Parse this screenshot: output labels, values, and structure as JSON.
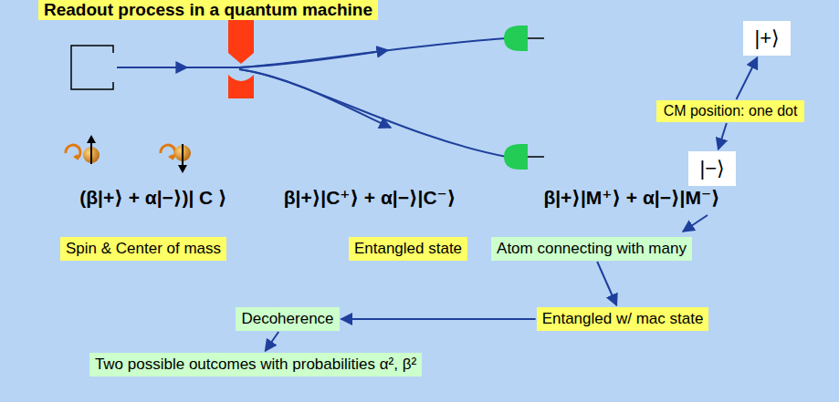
{
  "diagram": {
    "title": "Readout process in a quantum machine",
    "nodes": [
      {
        "text": [
          "|+⟩"
        ]
      },
      {
        "text": [
          "CM position: one dot"
        ]
      },
      {
        "text": [
          "|−⟩"
        ]
      },
      {
        "text": [
          "Spin & Center of mass"
        ]
      },
      {
        "text": [
          "Entangled state"
        ]
      },
      {
        "text": [
          "Atom connecting with many"
        ]
      },
      {
        "text": [
          "Decoherence"
        ]
      },
      {
        "text": [
          "Entangled w/ mac state"
        ]
      },
      {
        "text": [
          "Two possible outcomes with probabilities α², β²"
        ]
      }
    ],
    "edges": [
      {
        "from": 1,
        "to": 0,
        "arrow": "to"
      },
      {
        "from": 1,
        "to": 2,
        "arrow": "to"
      },
      {
        "from": 5,
        "to": 7,
        "arrow": "to"
      },
      {
        "from": 7,
        "to": 6,
        "arrow": "to"
      },
      {
        "from": 6,
        "to": 8,
        "arrow": "to"
      }
    ],
    "labels": [
      "(β|+⟩ + α|−⟩)| C ⟩",
      "β|+⟩|C⁺⟩ + α|−⟩|C⁻⟩",
      "β|+⟩|M⁺⟩ + α|−⟩|M⁻⟩"
    ]
  }
}
